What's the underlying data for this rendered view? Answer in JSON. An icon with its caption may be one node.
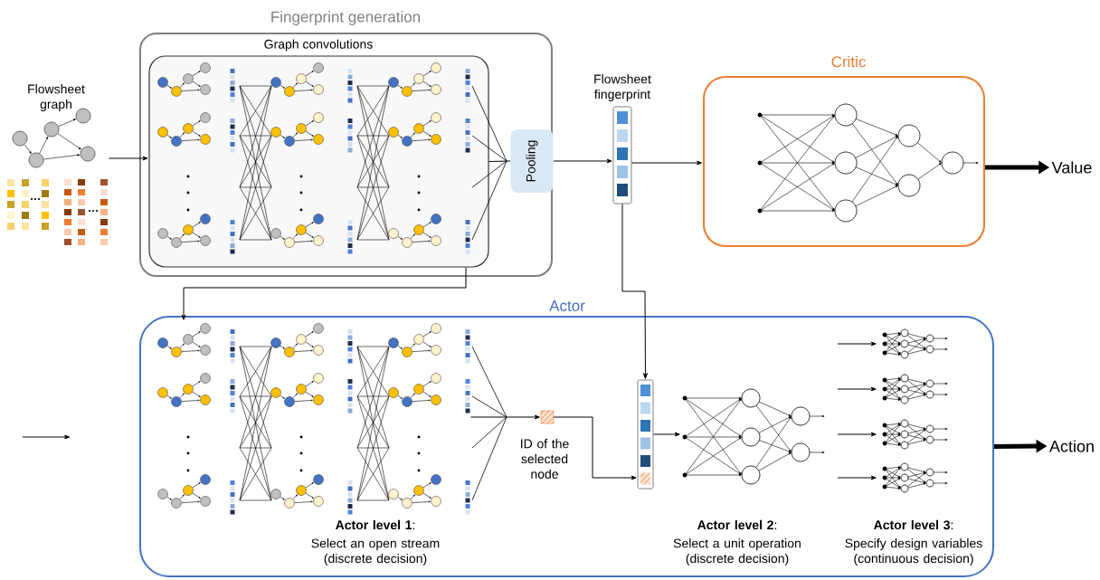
{
  "diagram": {
    "nodes": [
      {
        "text": [
          "Fingerprint generation"
        ]
      },
      {
        "text": [
          "Graph convolutions"
        ],
        "in": 0
      },
      {
        "text": [
          "Pooling"
        ],
        "in": 0
      },
      {
        "text": [
          "Flowsheet graph"
        ]
      },
      {
        "text": [
          "Flowsheet fingerprint"
        ]
      },
      {
        "text": [
          "Critic"
        ]
      },
      {
        "text": [
          "Value"
        ]
      },
      {
        "text": [
          "Actor"
        ]
      },
      {
        "text": [],
        "shape": "picture",
        "in": 7,
        "beside": [
          "**Actor level 1**:",
          "Select an open stream (discrete decision)"
        ]
      },
      {
        "text": [
          "ID of the selected node"
        ],
        "in": 7
      },
      {
        "text": [],
        "shape": "bar",
        "in": 7
      },
      {
        "text": [],
        "shape": "picture",
        "in": 7,
        "beside": [
          "**Actor level 2**:",
          "Select a unit operation (discrete decision)"
        ]
      },
      {
        "text": [],
        "shape": "picture",
        "in": 7,
        "beside": [
          "**Actor level 3**:",
          "Specify design variables (continuous decision)"
        ]
      },
      {
        "text": [
          "Action"
        ]
      }
    ],
    "edges": [
      {
        "from": 3,
        "to": 1,
        "arrow": "to"
      },
      {
        "from": 1,
        "to": 2,
        "arrow": "none"
      },
      {
        "from": 2,
        "to": 4,
        "arrow": "to"
      },
      {
        "from": 4,
        "to": 5,
        "arrow": "to"
      },
      {
        "from": 5,
        "to": 6,
        "arrow": "to",
        "style": "thick"
      },
      {
        "from": 1,
        "to": 8,
        "arrow": "to"
      },
      {
        "from": 8,
        "to": 9,
        "arrow": "to"
      },
      {
        "from": 4,
        "to": 10,
        "arrow": "to"
      },
      {
        "from": 9,
        "to": 10,
        "arrow": "to"
      },
      {
        "from": 10,
        "to": 11,
        "arrow": "to"
      },
      {
        "from": null,
        "to": 12,
        "arrow": "to"
      },
      {
        "from": null,
        "to": 12,
        "arrow": "to"
      },
      {
        "from": null,
        "to": 12,
        "arrow": "to"
      },
      {
        "from": null,
        "to": 12,
        "arrow": "to"
      },
      {
        "from": 7,
        "to": 13,
        "arrow": "to",
        "style": "thick"
      }
    ]
  }
}
